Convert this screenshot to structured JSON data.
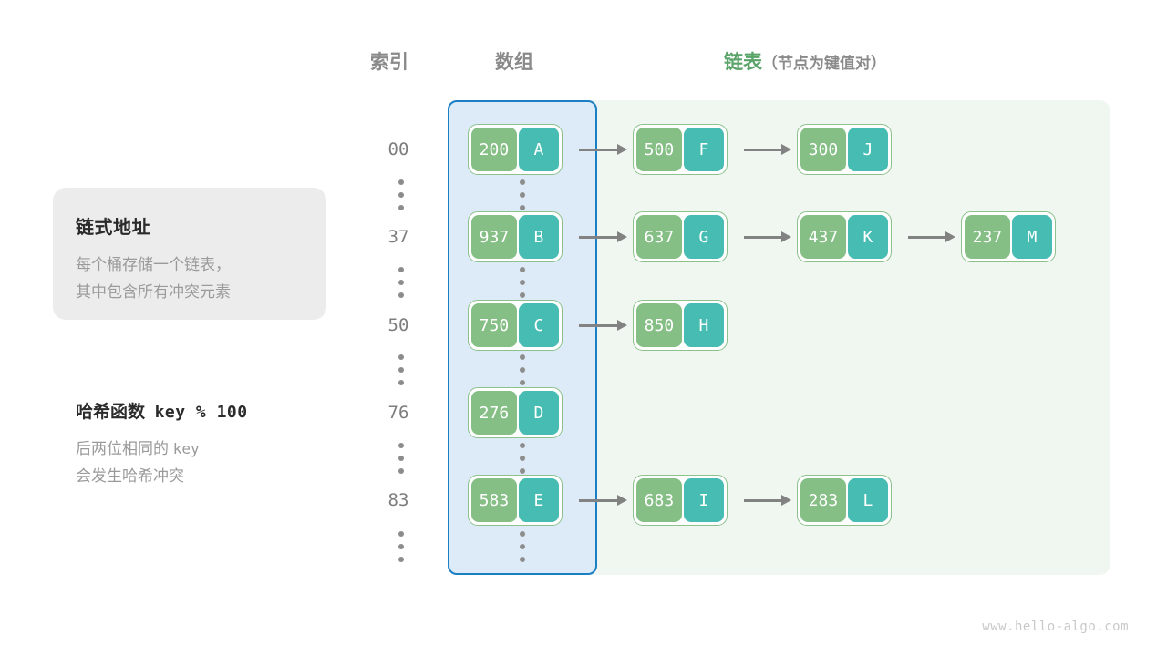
{
  "headers": {
    "index": "索引",
    "array": "数组",
    "linked_list": "链表",
    "linked_list_sub": "（节点为键值对）"
  },
  "info_card": {
    "title": "链式地址",
    "line1": "每个桶存储一个链表，",
    "line2": "其中包含所有冲突元素"
  },
  "hash_note": {
    "label": "哈希函数",
    "expression": "key % 100",
    "line1_prefix": "后两位相同的",
    "line1_code": "key",
    "line2": "会发生哈希冲突"
  },
  "buckets": [
    {
      "index": "00",
      "nodes": [
        {
          "key": "200",
          "value": "A"
        },
        {
          "key": "500",
          "value": "F"
        },
        {
          "key": "300",
          "value": "J"
        }
      ]
    },
    {
      "index": "37",
      "nodes": [
        {
          "key": "937",
          "value": "B"
        },
        {
          "key": "637",
          "value": "G"
        },
        {
          "key": "437",
          "value": "K"
        },
        {
          "key": "237",
          "value": "M"
        }
      ]
    },
    {
      "index": "50",
      "nodes": [
        {
          "key": "750",
          "value": "C"
        },
        {
          "key": "850",
          "value": "H"
        }
      ]
    },
    {
      "index": "76",
      "nodes": [
        {
          "key": "276",
          "value": "D"
        }
      ]
    },
    {
      "index": "83",
      "nodes": [
        {
          "key": "583",
          "value": "E"
        },
        {
          "key": "683",
          "value": "I"
        },
        {
          "key": "283",
          "value": "L"
        }
      ]
    }
  ],
  "ellipsis_icon": "vertical-ellipsis",
  "watermark": "www.hello-algo.com",
  "colors": {
    "key_box": "#85bf85",
    "value_box": "#47bcb2",
    "node_border": "#8cc18c",
    "array_panel_bg": "#dcebf7",
    "array_panel_border": "#1b7fc4",
    "list_panel_bg": "#f0f6f0",
    "header_gray": "#8a8a8a",
    "header_green": "#5aa469",
    "arrow": "#828282"
  }
}
